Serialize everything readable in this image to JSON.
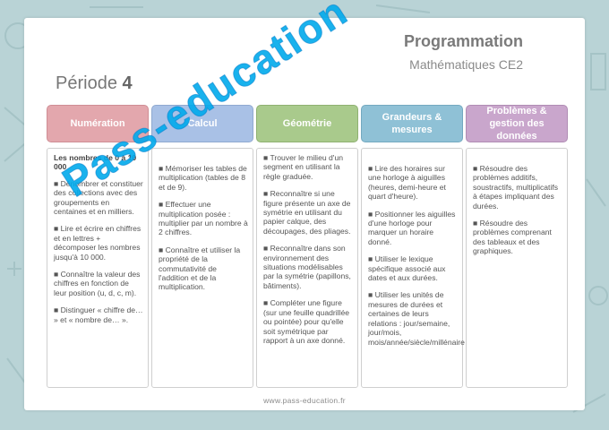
{
  "header": {
    "title": "Programmation",
    "subtitle": "Mathématiques CE2",
    "period_label": "Période",
    "period_number": "4"
  },
  "columns": [
    {
      "name": "Numération",
      "title": "Les nombres de 0 à 10 000",
      "items": [
        "Dénombrer et constituer des collections avec des groupements en centaines et en milliers.",
        "Lire et écrire en chiffres et en lettres + décomposer les nombres jusqu'à 10 000.",
        "Connaître la valeur des chiffres en fonction de leur position (u, d, c, m).",
        "Distinguer « chiffre de… » et « nombre de… »."
      ]
    },
    {
      "name": "Calcul",
      "items": [
        "Mémoriser les tables de multiplication (tables de 8 et de 9).",
        "Effectuer une multiplication posée : multiplier par un nombre à 2 chiffres.",
        "Connaître et utiliser la propriété de la commutativité de l'addition et de la multiplication."
      ]
    },
    {
      "name": "Géométrie",
      "items": [
        "Trouver le milieu d'un segment en utilisant la règle graduée.",
        "Reconnaître si une figure présente un axe de symétrie en utilisant du papier calque, des découpages, des pliages.",
        "Reconnaître dans son environnement des situations modélisables par la symétrie (papillons, bâtiments).",
        "Compléter une figure (sur une feuille quadrillée ou pointée) pour qu'elle soit symétrique par rapport à un axe donné."
      ]
    },
    {
      "name": "Grandeurs & mesures",
      "items": [
        "Lire des horaires sur une horloge à aiguilles (heures, demi-heure et quart d'heure).",
        "Positionner les aiguilles d'une horloge pour marquer un horaire donné.",
        "Utiliser le lexique spécifique associé aux dates et aux durées.",
        "Utiliser les unités de mesures de durées et certaines de leurs relations : jour/semaine, jour/mois, mois/année/siècle/millénaire…"
      ]
    },
    {
      "name": "Problèmes & gestion des données",
      "items": [
        "Résoudre des problèmes additifs, soustractifs, multiplicatifs à étapes impliquant des durées.",
        "Résoudre des problèmes comprenant des tableaux et des graphiques."
      ]
    }
  ],
  "bullet": "■",
  "footer": "www.pass-education.fr",
  "watermark": "Pass-education",
  "colors": {
    "background": "#b9d3d6",
    "numeration": "#e3a7ad",
    "calcul": "#a9c1e6",
    "geometrie": "#a9ca8c",
    "grandeurs": "#8fc1d6",
    "problemes": "#c9a6cc",
    "watermark": "#00aaeb"
  }
}
